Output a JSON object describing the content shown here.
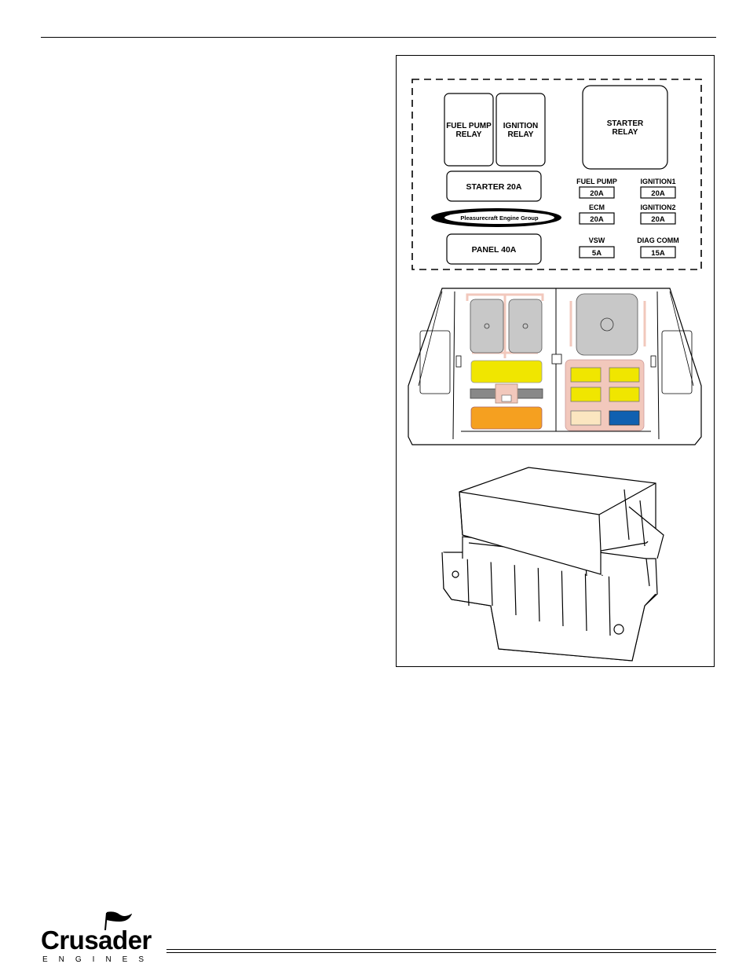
{
  "diagram": {
    "relays": {
      "fuel_pump": [
        "FUEL  PUMP",
        "RELAY"
      ],
      "ignition": [
        "IGNITION",
        "RELAY"
      ],
      "starter": [
        "STARTER",
        "RELAY"
      ]
    },
    "large_fuses": {
      "starter": "STARTER  20A",
      "panel": "PANEL  40A"
    },
    "brand_label": "Pleasurecraft Engine Group",
    "small_fuses": [
      {
        "label": "FUEL  PUMP",
        "rating": "20A"
      },
      {
        "label": "IGNITION1",
        "rating": "20A"
      },
      {
        "label": "ECM",
        "rating": "20A"
      },
      {
        "label": "IGNITION2",
        "rating": "20A"
      },
      {
        "label": "VSW",
        "rating": "5A"
      },
      {
        "label": "DIAG  COMM",
        "rating": "15A"
      }
    ],
    "photo_colors": {
      "relay_gray": "#c8c8c8",
      "fuse_yellow": "#f0e600",
      "fuse_orange": "#f5a020",
      "fuse_pink": "#f2c8bc",
      "fuse_cream": "#fbe6c0",
      "fuse_blue": "#1060b0"
    }
  },
  "footer": {
    "logo_word": "Crusader",
    "logo_sub": "ENGINES"
  }
}
